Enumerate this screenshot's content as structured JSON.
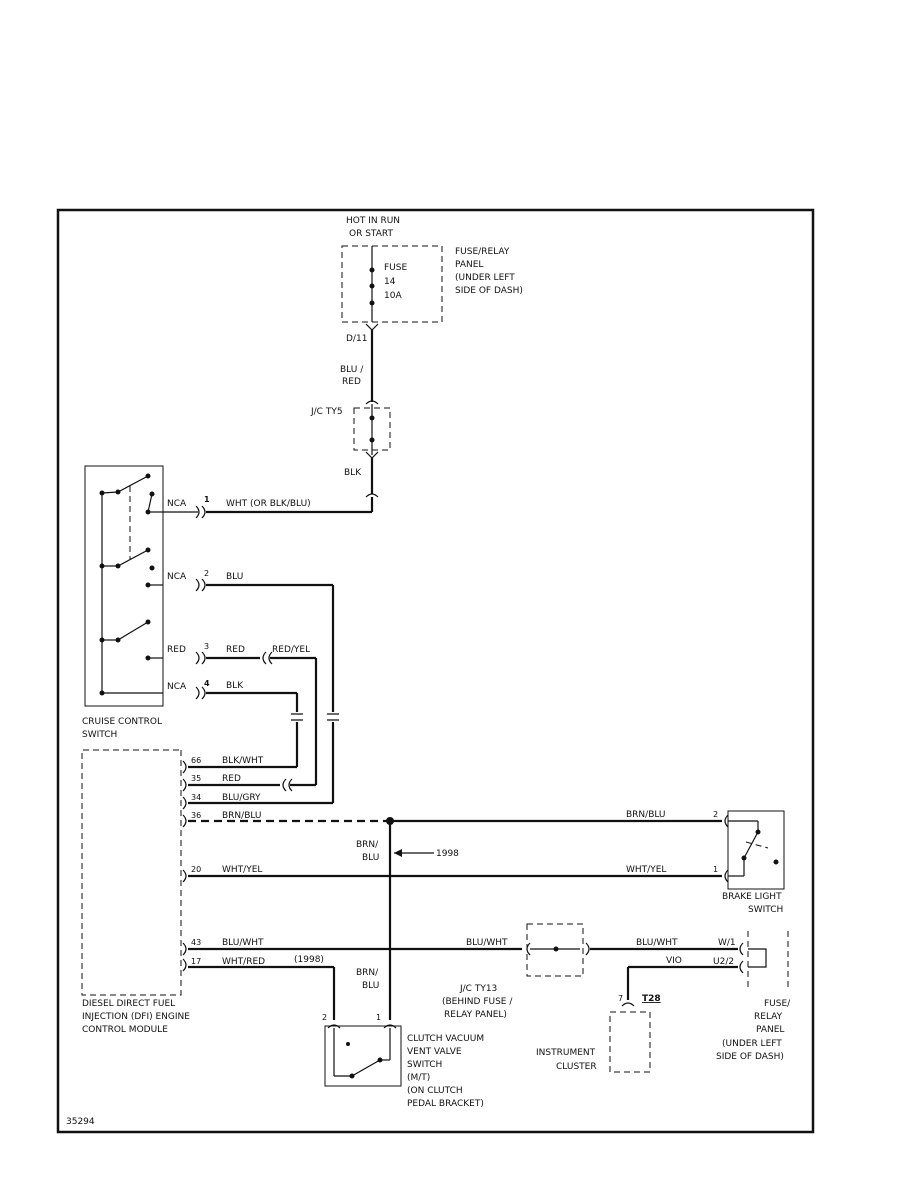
{
  "fuse_panel_top": {
    "power": [
      "HOT IN RUN",
      "OR START"
    ],
    "fuse": [
      "FUSE",
      "14",
      "10A"
    ],
    "desc": [
      "FUSE/RELAY",
      "PANEL",
      "(UNDER LEFT",
      "SIDE OF DASH)"
    ],
    "connector": "D/11"
  },
  "wires": {
    "blu_red": [
      "BLU /",
      "RED"
    ],
    "jc_ty5": "J/C TY5",
    "blk": "BLK",
    "nca1": "NCA",
    "pin1": "1",
    "wht_blk_blu": "WHT (OR BLK/BLU)",
    "nca2": "NCA",
    "pin2": "2",
    "blu": "BLU",
    "red_left": "RED",
    "pin3": "3",
    "red_mid": "RED",
    "red_yel": "RED/YEL",
    "nca4": "NCA",
    "pin4": "4",
    "blk4": "BLK"
  },
  "cruise_switch": [
    "CRUISE CONTROL",
    "SWITCH"
  ],
  "ecm_pins": [
    {
      "pin": "66",
      "wire": "BLK/WHT"
    },
    {
      "pin": "35",
      "wire": "RED"
    },
    {
      "pin": "34",
      "wire": "BLU/GRY"
    },
    {
      "pin": "36",
      "wire": "BRN/BLU"
    },
    {
      "pin": "20",
      "wire": "WHT/YEL"
    },
    {
      "pin": "43",
      "wire": "BLU/WHT"
    },
    {
      "pin": "17",
      "wire": "WHT/RED"
    }
  ],
  "year_note": "(1998)",
  "brn_blu_vert": [
    "BRN/",
    "BLU"
  ],
  "arrow_year": "1998",
  "brake_switch": {
    "wire_top": "BRN/BLU",
    "pin_top": "2",
    "wire_bottom": "WHT/YEL",
    "pin_bottom": "1",
    "name": [
      "BRAKE LIGHT",
      "SWITCH"
    ]
  },
  "jc_ty13": {
    "wire_left": "BLU/WHT",
    "wire_right": "BLU/WHT",
    "name": [
      "J/C TY13",
      "(BEHIND FUSE /",
      "RELAY PANEL)"
    ]
  },
  "fuse_panel_bottom": {
    "pin_w1": "W/1",
    "pin_u2": "U2/2",
    "wire_vio": "VIO",
    "name": [
      "FUSE/",
      "RELAY",
      "PANEL",
      "(UNDER LEFT",
      "SIDE OF DASH)"
    ]
  },
  "instrument_cluster": {
    "pin": "7",
    "connector": "T28",
    "name": [
      "INSTRUMENT",
      "CLUSTER"
    ]
  },
  "ecm_name": [
    "DIESEL DIRECT FUEL",
    "INJECTION (DFI) ENGINE",
    "CONTROL MODULE"
  ],
  "clutch_switch": {
    "brn_blu": [
      "BRN/",
      "BLU"
    ],
    "pin2": "2",
    "pin1": "1",
    "name": [
      "CLUTCH VACUUM",
      "VENT VALVE",
      "SWITCH",
      "(M/T)",
      "(ON CLUTCH",
      "PEDAL BRACKET)"
    ]
  },
  "figure_id": "35294"
}
